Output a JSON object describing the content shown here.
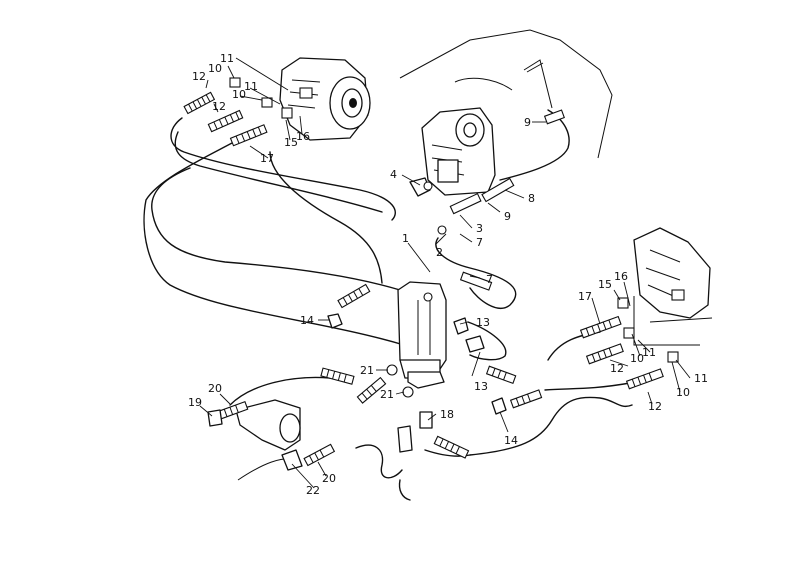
{
  "colors": {
    "ink": "#111111",
    "background": "#ffffff"
  },
  "callouts": [
    {
      "id": "c1",
      "text": "1"
    },
    {
      "id": "c2",
      "text": "2"
    },
    {
      "id": "c3",
      "text": "3"
    },
    {
      "id": "c4",
      "text": "4"
    },
    {
      "id": "c7a",
      "text": "7"
    },
    {
      "id": "c7b",
      "text": "7"
    },
    {
      "id": "c8",
      "text": "8"
    },
    {
      "id": "c9a",
      "text": "9"
    },
    {
      "id": "c9b",
      "text": "9"
    },
    {
      "id": "c10a",
      "text": "10"
    },
    {
      "id": "c10b",
      "text": "10"
    },
    {
      "id": "c10c",
      "text": "10"
    },
    {
      "id": "c10d",
      "text": "10"
    },
    {
      "id": "c11a",
      "text": "11"
    },
    {
      "id": "c11b",
      "text": "11"
    },
    {
      "id": "c11c",
      "text": "11"
    },
    {
      "id": "c11d",
      "text": "11"
    },
    {
      "id": "c12a",
      "text": "12"
    },
    {
      "id": "c12b",
      "text": "12"
    },
    {
      "id": "c12c",
      "text": "12"
    },
    {
      "id": "c12d",
      "text": "12"
    },
    {
      "id": "c13a",
      "text": "13"
    },
    {
      "id": "c13b",
      "text": "13"
    },
    {
      "id": "c14a",
      "text": "14"
    },
    {
      "id": "c14b",
      "text": "14"
    },
    {
      "id": "c15a",
      "text": "15"
    },
    {
      "id": "c15b",
      "text": "15"
    },
    {
      "id": "c16a",
      "text": "16"
    },
    {
      "id": "c16b",
      "text": "16"
    },
    {
      "id": "c17a",
      "text": "17"
    },
    {
      "id": "c17b",
      "text": "17"
    },
    {
      "id": "c18",
      "text": "18"
    },
    {
      "id": "c19",
      "text": "19"
    },
    {
      "id": "c20a",
      "text": "20"
    },
    {
      "id": "c20b",
      "text": "20"
    },
    {
      "id": "c21a",
      "text": "21"
    },
    {
      "id": "c21b",
      "text": "21"
    },
    {
      "id": "c22",
      "text": "22"
    }
  ]
}
